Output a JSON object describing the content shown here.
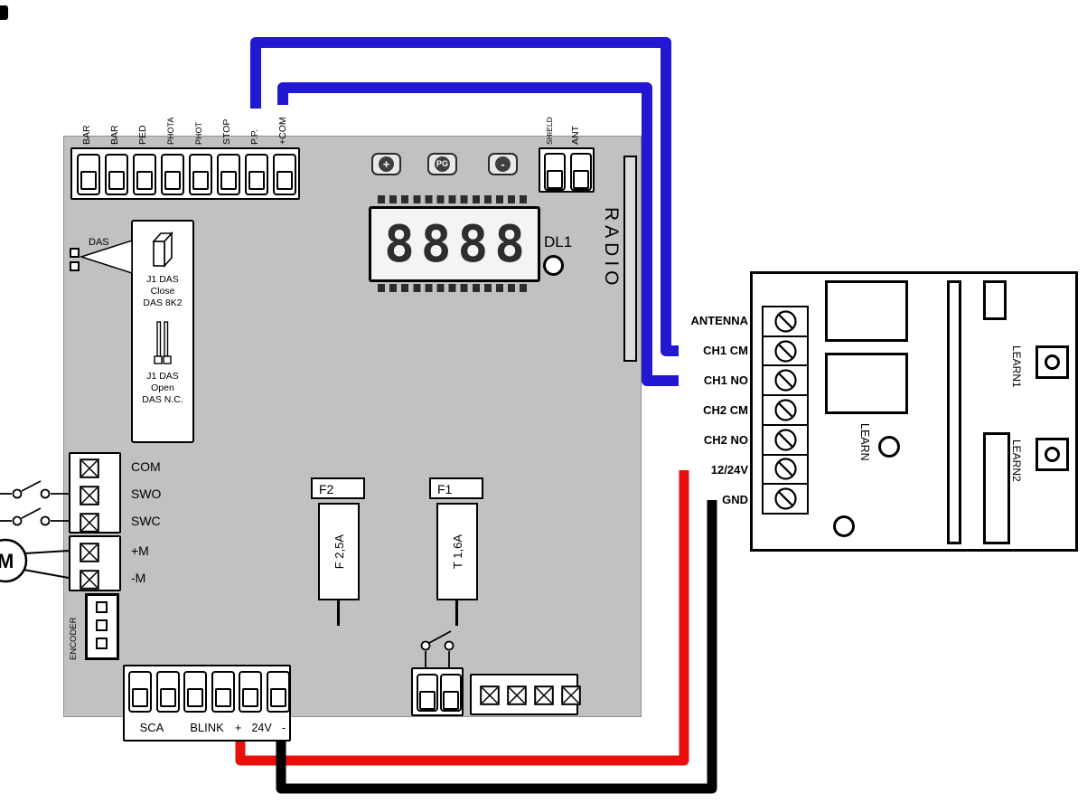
{
  "colors": {
    "board_gray": "#c1c1c1",
    "wire_blue": "#2218d2",
    "wire_red": "#e8100d",
    "wire_black": "#000000"
  },
  "board": {
    "top_terminals": [
      "BAR",
      "BAR",
      "PED",
      "PHOTA",
      "PHOT",
      "STOP",
      "P.P.",
      "+COM"
    ],
    "antenna_terminals": [
      "SHIELD",
      "ANT"
    ],
    "radio_label": "RADIO",
    "buttons": {
      "plus": "+",
      "pg": "PG",
      "minus": "-"
    },
    "display_value": "8888",
    "led_label": "DL1",
    "das": {
      "label": "DAS",
      "closed": {
        "line1": "J1 DAS",
        "line2": "Close",
        "line3": "DAS 8K2"
      },
      "open": {
        "line1": "J1 DAS",
        "line2": "Open",
        "line3": "DAS N.C."
      }
    },
    "left_terminals": [
      "COM",
      "SWO",
      "SWC",
      "+M",
      "-M"
    ],
    "encoder_label": "ENCODER",
    "motor_label": "M",
    "fuse2": {
      "name": "F2",
      "rating": "F 2,5A"
    },
    "fuse1": {
      "name": "F1",
      "rating": "T 1,6A"
    },
    "bottom_labels": {
      "sca": "SCA",
      "blink": "BLINK",
      "power_plus": "+",
      "power_mid": "24V",
      "power_minus": "-"
    }
  },
  "receiver": {
    "terminal_labels": [
      "ANTENNA",
      "CH1 CM",
      "CH1 NO",
      "CH2 CM",
      "CH2 NO",
      "12/24V",
      "GND"
    ],
    "learn_label": "LEARN",
    "learn1_label": "LEARN1",
    "learn2_label": "LEARN2"
  },
  "wires": [
    {
      "color_name": "blue",
      "from": "P.P.",
      "to": "CH1 CM"
    },
    {
      "color_name": "blue",
      "from": "+COM",
      "to": "CH1 NO"
    },
    {
      "color_name": "red",
      "from": "+ 24V",
      "to": "12/24V"
    },
    {
      "color_name": "black",
      "from": "24V -",
      "to": "GND"
    }
  ]
}
